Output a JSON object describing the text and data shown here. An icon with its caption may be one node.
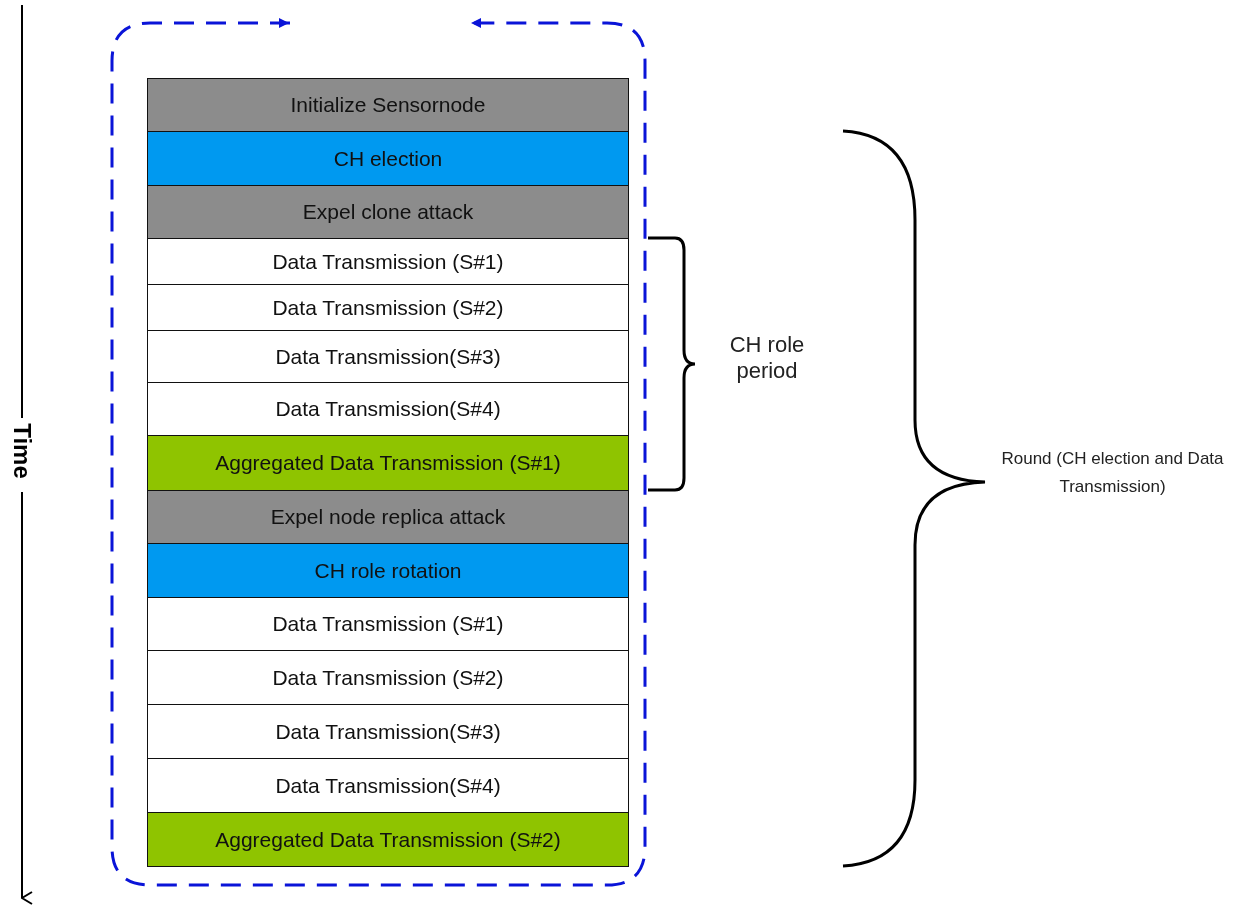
{
  "diagram": {
    "nodes": [
      {
        "text": [
          "Initialize Sensornode"
        ]
      },
      {
        "text": [
          "CH election"
        ]
      },
      {
        "text": [
          "Expel clone attack"
        ]
      },
      {
        "text": [
          "Data Transmission (S#1)"
        ]
      },
      {
        "text": [
          "Data Transmission (S#2)"
        ]
      },
      {
        "text": [
          "Data Transmission(S#3)"
        ]
      },
      {
        "text": [
          "Data Transmission(S#4)"
        ]
      },
      {
        "text": [
          "Aggregated Data Transmission (S#1)"
        ]
      },
      {
        "text": [
          "Expel node replica attack"
        ]
      },
      {
        "text": [
          "CH role rotation"
        ]
      },
      {
        "text": [
          "Data Transmission (S#1)"
        ]
      },
      {
        "text": [
          "Data Transmission (S#2)"
        ]
      },
      {
        "text": [
          "Data Transmission(S#3)"
        ]
      },
      {
        "text": [
          "Data Transmission(S#4)"
        ]
      },
      {
        "text": [
          "Aggregated Data Transmission (S#2)"
        ]
      }
    ],
    "labels": [
      "Time",
      "CH role period",
      "Round (CH election and Data Transmission)"
    ]
  }
}
